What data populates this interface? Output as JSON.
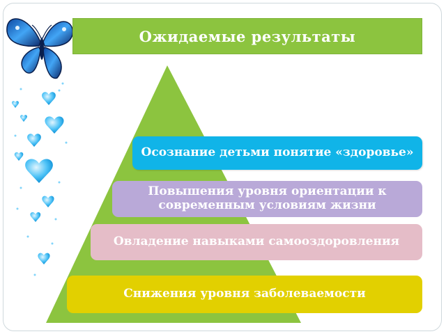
{
  "title": "Ожидаемые  результаты",
  "levels": [
    {
      "label": "Осознание детьми понятие «здоровье»"
    },
    {
      "label": "Повышения уровня ориентации к современным условиям жизни"
    },
    {
      "label": "Овладение навыками самооздоровления"
    },
    {
      "label": "Снижения уровня заболеваемости"
    }
  ],
  "colors": {
    "title_banner": "#8cc43f",
    "pyramid": "#8cc43f",
    "level_1": "#10b4e8",
    "level_2": "#b9a9d8",
    "level_3": "#e5bdc8",
    "level_4": "#e2d000",
    "hearts": "#4fc3f7",
    "butterfly": "#1565c0"
  },
  "icons": [
    "butterfly-icon",
    "heart-icon"
  ]
}
